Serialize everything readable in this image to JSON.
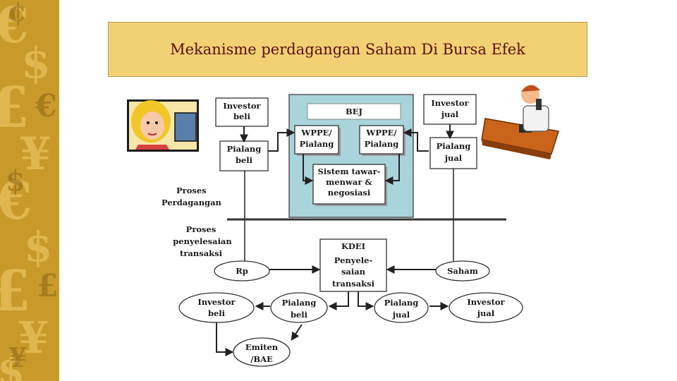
{
  "title": "Mekanisme perdagangan Saham Di Bursa Efek",
  "colors": {
    "title_bg": "#f2d175",
    "title_text": "#5b0f0f",
    "bej_panel": "#a9d4dc",
    "sidebar": "#c99a2a"
  },
  "diagram": {
    "investor_beli_top": [
      "Investor",
      "beli"
    ],
    "pialang_beli_top": [
      "Pialang",
      "beli"
    ],
    "bej": "BEJ",
    "wppe_left": [
      "WPPE/",
      "Pialang"
    ],
    "wppe_right": [
      "WPPE/",
      "Pialang"
    ],
    "sistem": [
      "Sistem tawar-",
      "menwar &",
      "negosiasi"
    ],
    "investor_jual_top": [
      "Investor",
      "jual"
    ],
    "pialang_jual_top": [
      "Pialang",
      "jual"
    ],
    "proses_perdagangan": [
      "Proses",
      "Perdagangan"
    ],
    "proses_penyelesaian": [
      "Proses",
      "penyelesaian",
      "transaksi"
    ],
    "kdei": [
      "KDEI",
      "Penyele-",
      "saian",
      "transaksi"
    ],
    "rp": "Rp",
    "saham": "Saham",
    "investor_beli_bottom": [
      "Investor",
      "beli"
    ],
    "pialang_beli_bottom": [
      "Pialang",
      "beli"
    ],
    "pialang_jual_bottom": [
      "Pialang",
      "jual"
    ],
    "investor_jual_bottom": [
      "Investor",
      "jual"
    ],
    "emiten": [
      "Emiten",
      "/BAE"
    ]
  }
}
